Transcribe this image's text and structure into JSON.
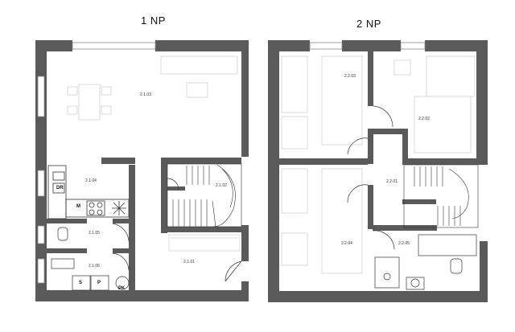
{
  "floors": [
    {
      "title": "1 NP",
      "rooms": [
        "2.1.03",
        "2.1.04",
        "2.1.02",
        "2.1.05",
        "2.1.06",
        "2.1.01"
      ],
      "fixtures": {
        "dishwasher": "DR",
        "microwave": "M",
        "s": "S",
        "p": "P",
        "pk": "PK"
      }
    },
    {
      "title": "2 NP",
      "rooms": [
        "2.2.03",
        "2.2.02",
        "2.2.01",
        "2.2.04",
        "2.2.05"
      ]
    }
  ],
  "colors": {
    "wall": "#5a5a5a",
    "furniture": "#cfcfcf",
    "line": "#333333"
  }
}
